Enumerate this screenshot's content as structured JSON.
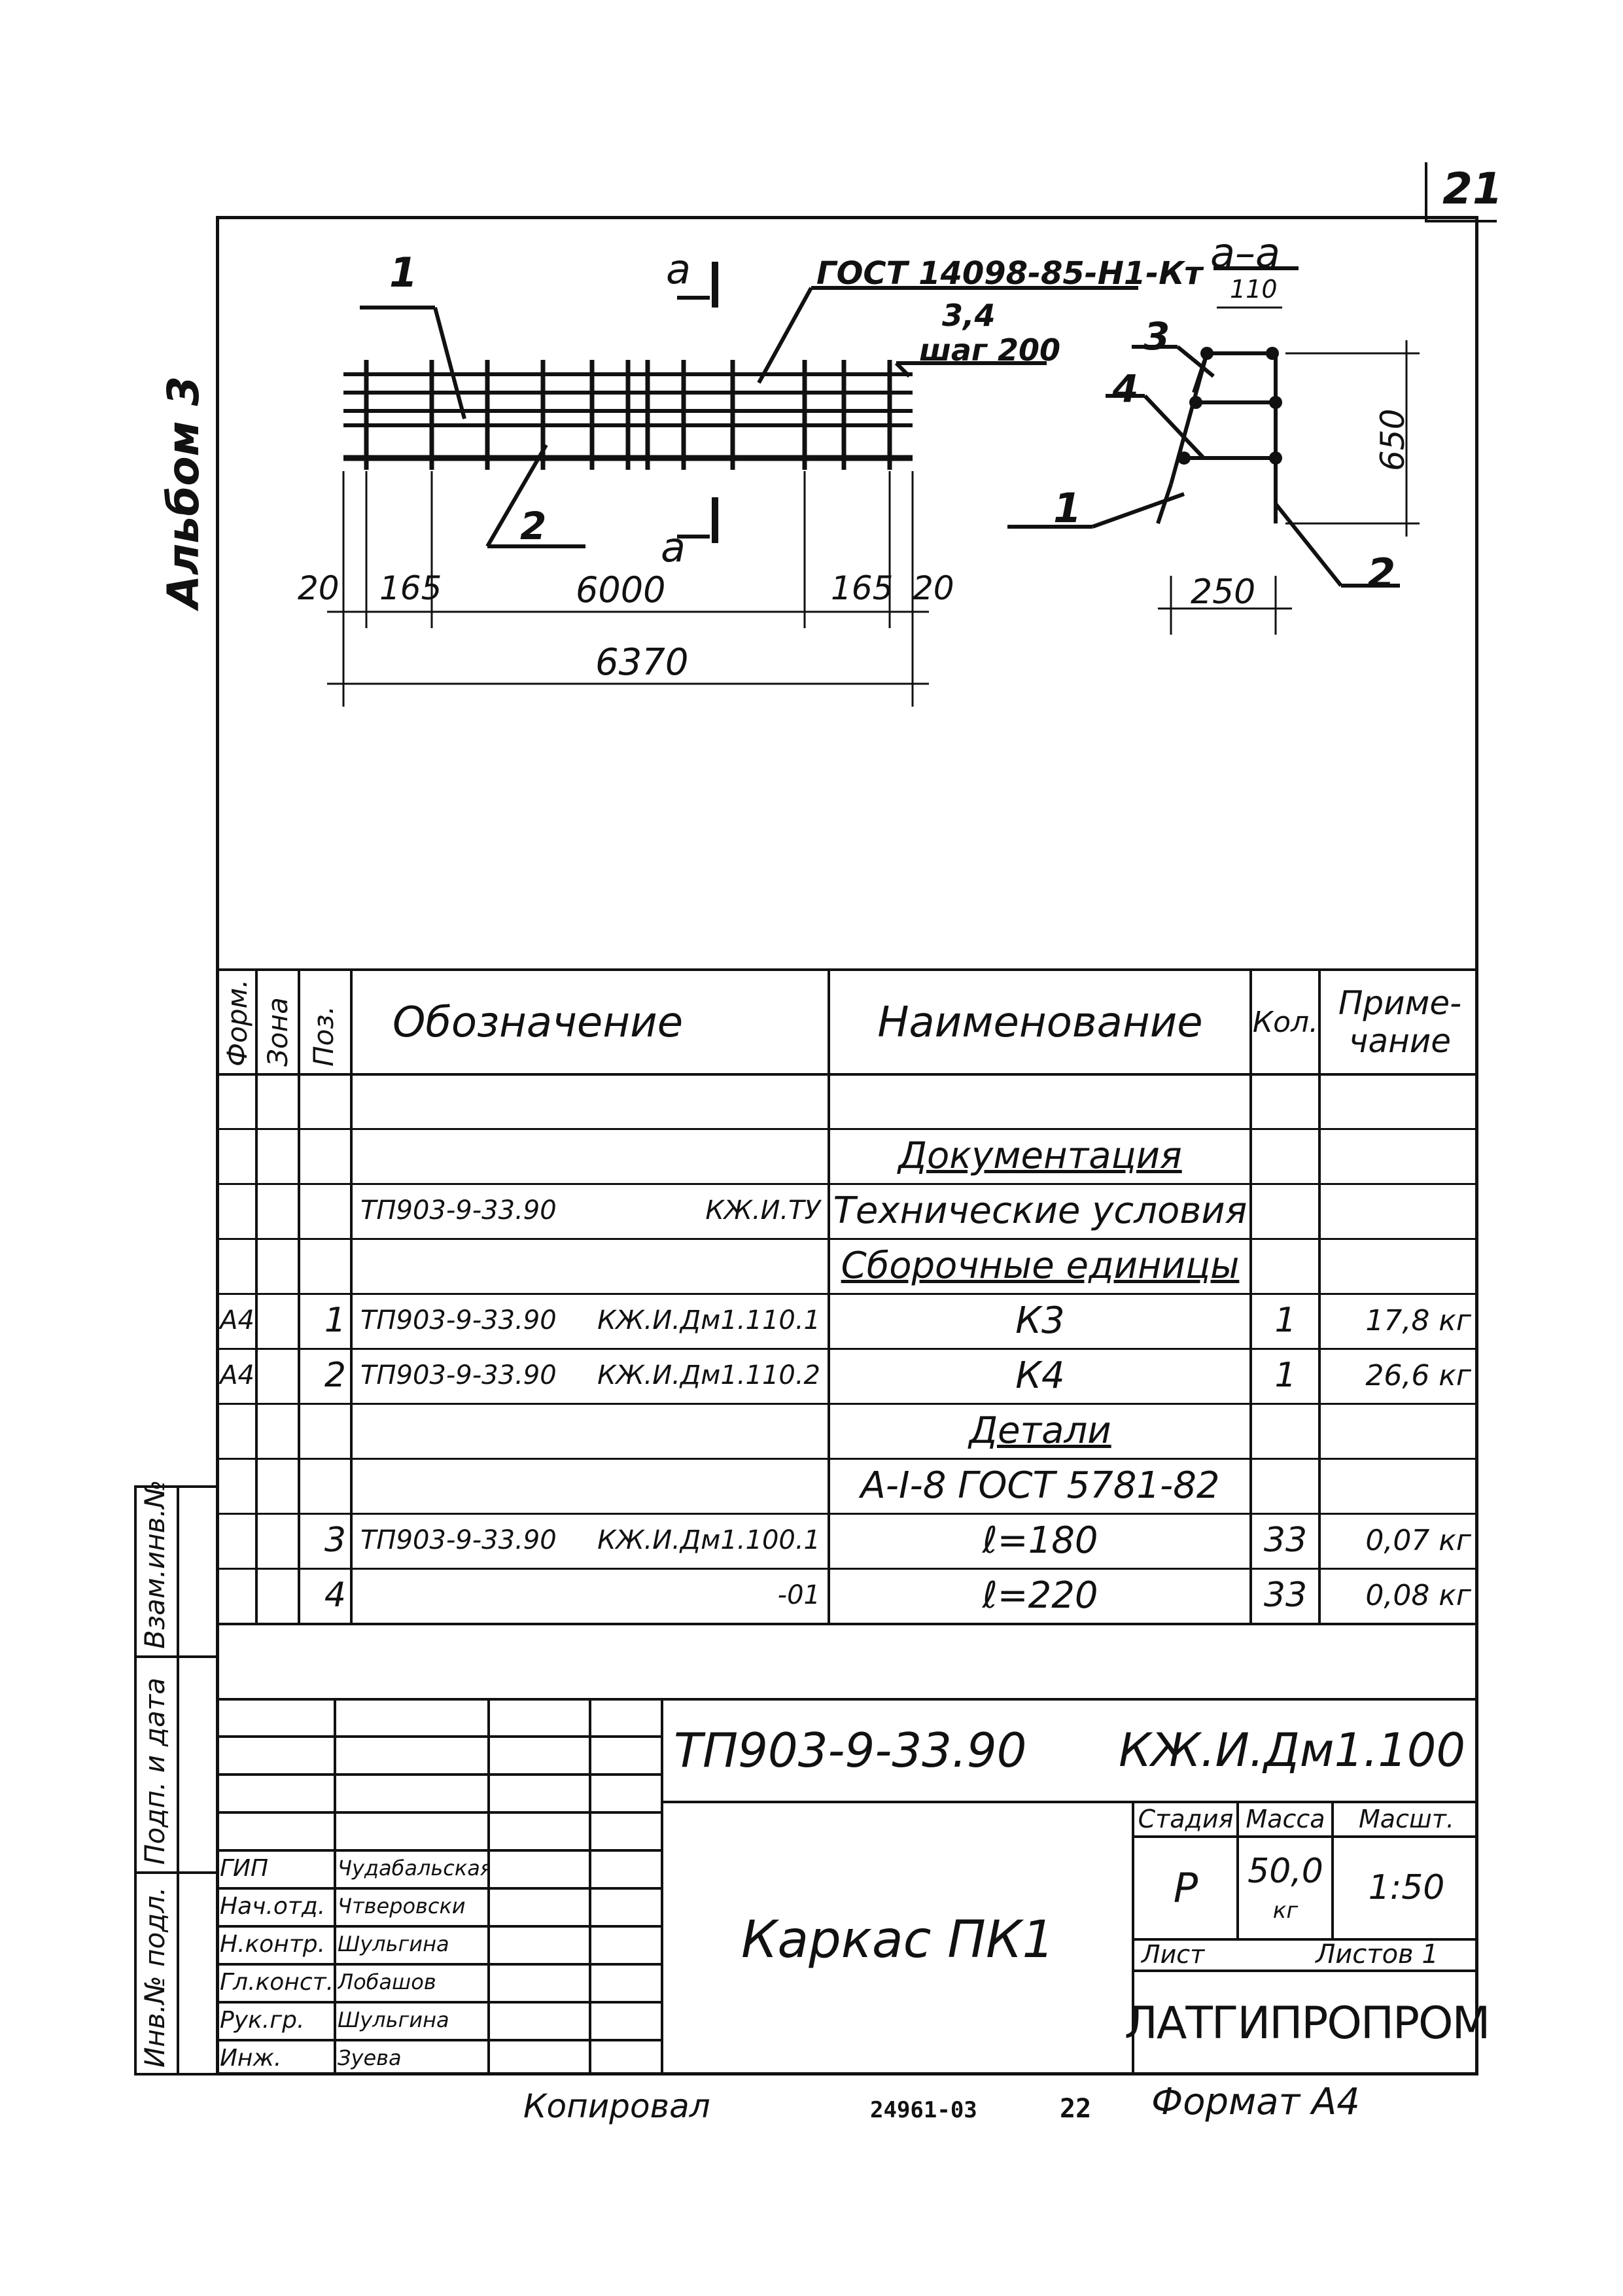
{
  "sheet": {
    "page_number": "21",
    "album_label": "Альбом 3"
  },
  "drawing": {
    "section_mark": "а",
    "section_title": "а–а",
    "gost_callout": "ГОСТ 14098-85-Н1-Кт",
    "callout_positions": "3,4",
    "callout_step": "шаг 200",
    "pos1": "1",
    "pos2": "2",
    "pos3": "3",
    "pos4": "4",
    "dims": {
      "d20_left": "20",
      "d165_left": "165",
      "d6000": "6000",
      "d165_right": "165",
      "d20_right": "20",
      "d6370": "6370",
      "d110": "110",
      "d650": "650",
      "d250": "250"
    }
  },
  "spec": {
    "headers": {
      "format": "Форм.",
      "zone": "Зона",
      "pos": "Поз.",
      "designation": "Обозначение",
      "name": "Наименование",
      "qty": "Кол.",
      "note": "Приме-\nчание"
    },
    "rows": [
      {
        "format": "",
        "pos": "",
        "des_a": "",
        "des_b": "",
        "name": "",
        "qty": "",
        "note": ""
      },
      {
        "format": "",
        "pos": "",
        "des_a": "",
        "des_b": "",
        "name": "Документация",
        "qty": "",
        "note": ""
      },
      {
        "format": "",
        "pos": "",
        "des_a": "ТП903-9-33.90",
        "des_b": "КЖ.И.ТУ",
        "name": "Технические условия",
        "qty": "",
        "note": ""
      },
      {
        "format": "",
        "pos": "",
        "des_a": "",
        "des_b": "",
        "name": "Сборочные единицы",
        "qty": "",
        "note": ""
      },
      {
        "format": "А4",
        "pos": "1",
        "des_a": "ТП903-9-33.90",
        "des_b": "КЖ.И.Дм1.110.1",
        "name": "К3",
        "qty": "1",
        "note": "17,8 кг"
      },
      {
        "format": "А4",
        "pos": "2",
        "des_a": "ТП903-9-33.90",
        "des_b": "КЖ.И.Дм1.110.2",
        "name": "К4",
        "qty": "1",
        "note": "26,6 кг"
      },
      {
        "format": "",
        "pos": "",
        "des_a": "",
        "des_b": "",
        "name": "Детали",
        "qty": "",
        "note": ""
      },
      {
        "format": "",
        "pos": "",
        "des_a": "",
        "des_b": "",
        "name": "А-I-8 ГОСТ 5781-82",
        "qty": "",
        "note": ""
      },
      {
        "format": "",
        "pos": "3",
        "des_a": "ТП903-9-33.90",
        "des_b": "КЖ.И.Дм1.100.1",
        "name": "ℓ=180",
        "qty": "33",
        "note": "0,07 кг"
      },
      {
        "format": "",
        "pos": "4",
        "des_a": "",
        "des_b": "-01",
        "name": "ℓ=220",
        "qty": "33",
        "note": "0,08 кг"
      }
    ]
  },
  "title_block": {
    "doc_code": "ТП903-9-33.90",
    "doc_mark": "КЖ.И.Дм1.100",
    "item_name": "Каркас ПК1",
    "stage_label": "Стадия",
    "mass_label": "Масса",
    "scale_label": "Масшт.",
    "stage": "Р",
    "mass": "50,0",
    "mass_unit": "кг",
    "scale": "1:50",
    "sheet_label": "Лист",
    "sheets_label": "Листов 1",
    "company": "ЛАТГИПРОПРОМ",
    "roles": [
      "ГИП",
      "Нач.отд.",
      "Н.контр.",
      "Гл.конст.",
      "Рук.гр.",
      "Инж."
    ],
    "names": [
      "Чудабальская",
      "Чтверовски",
      "Шульгина",
      "Лобашов",
      "Шульгина",
      "Зуева"
    ]
  },
  "side_stamp": {
    "inv_orig": "Инв.№ подл.",
    "sign_date": "Подп. и дата",
    "replace_inv": "Взам.инв.№"
  },
  "footer": {
    "copied": "Копировал",
    "order_no": "24961-03",
    "page": "22",
    "format": "Формат А4"
  }
}
